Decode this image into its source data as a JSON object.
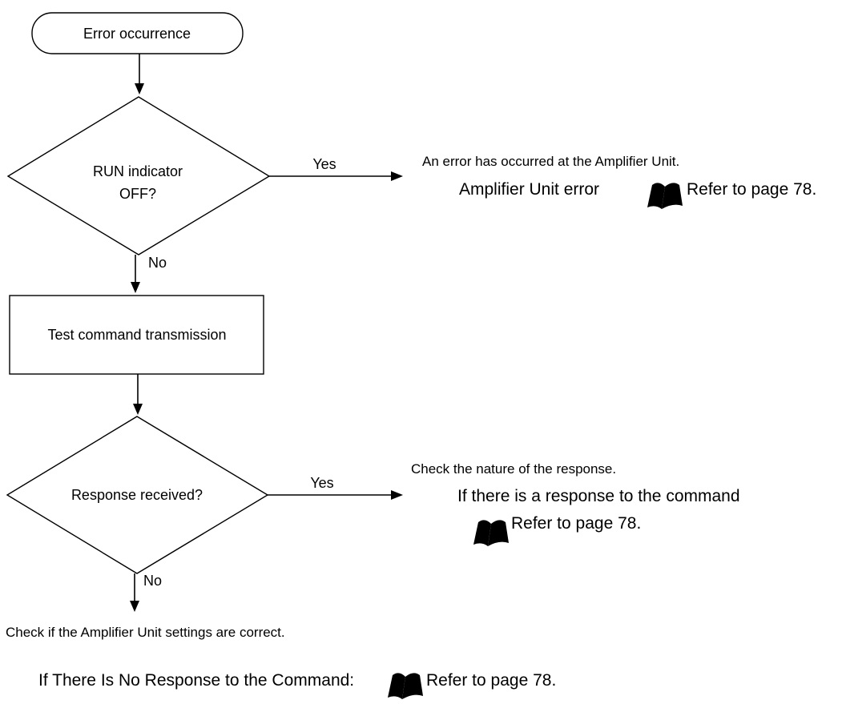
{
  "nodes": {
    "start": {
      "label": "Error occurrence"
    },
    "decision1": {
      "line1": "RUN indicator",
      "line2": "OFF?"
    },
    "process1": {
      "label": "Test command transmission"
    },
    "decision2": {
      "label": "Response received?"
    }
  },
  "edges": {
    "d1_yes": "Yes",
    "d1_no": "No",
    "d2_yes": "Yes",
    "d2_no": "No"
  },
  "notes": {
    "amp_error": {
      "heading": "An error has occurred at the Amplifier Unit.",
      "item": "Amplifier Unit error",
      "ref": "Refer to page 78."
    },
    "response": {
      "heading": "Check the nature of the response.",
      "item": "If there is a response to the command",
      "ref": "Refer to page 78."
    },
    "settings": {
      "heading": "Check if the Amplifier Unit settings are correct."
    },
    "no_response": {
      "item": "If There Is No Response to the Command:",
      "ref": "Refer to page 78."
    }
  },
  "icons": [
    "manual-book-icon",
    "manual-book-icon",
    "manual-book-icon"
  ]
}
